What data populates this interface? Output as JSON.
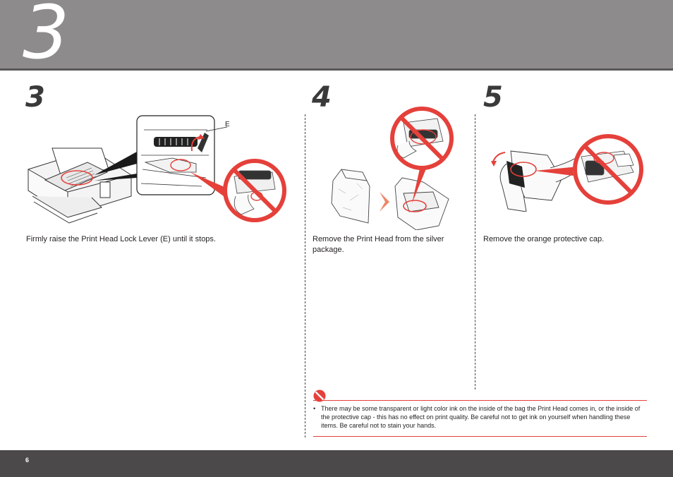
{
  "header": {
    "chapter_number": "3"
  },
  "steps": [
    {
      "number": "3",
      "caption": "Firmly raise the Print Head Lock Lever (E) until it stops.",
      "callout_label": "E"
    },
    {
      "number": "4",
      "caption": "Remove the Print Head from the silver package."
    },
    {
      "number": "5",
      "caption": "Remove the orange protective cap."
    }
  ],
  "caution": {
    "icon": "prohibited-icon",
    "text": "There may be some transparent or light color ink on the inside of the bag the Print Head comes in, or the inside of the protective cap - this has no effect on print quality. Be careful not to get ink on yourself when handling these items. Be careful not to stain your hands."
  },
  "footer": {
    "page_number": "6"
  },
  "colors": {
    "header": "#8d8b8b",
    "accent_red": "#e5403a",
    "footer": "#4b4949",
    "arrow": "#f0866a"
  }
}
